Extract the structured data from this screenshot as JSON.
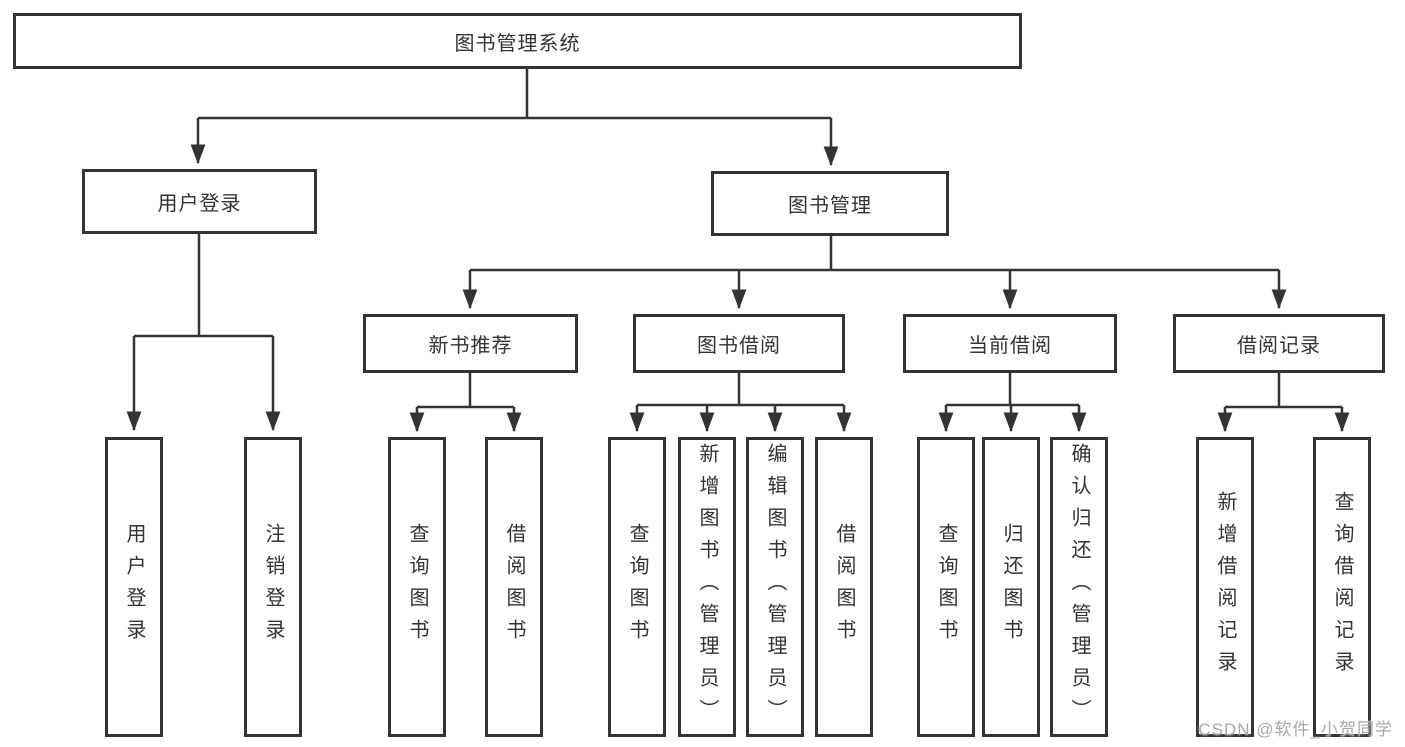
{
  "tree": {
    "root": {
      "label": "图书管理系统"
    },
    "branches": [
      {
        "label": "用户登录",
        "children": [
          {
            "label": "用户登录"
          },
          {
            "label": "注销登录"
          }
        ]
      },
      {
        "label": "图书管理",
        "children": [
          {
            "label": "新书推荐",
            "children": [
              {
                "label": "查询图书"
              },
              {
                "label": "借阅图书"
              }
            ]
          },
          {
            "label": "图书借阅",
            "children": [
              {
                "label": "查询图书"
              },
              {
                "label": "新增图书（管理员）"
              },
              {
                "label": "编辑图书（管理员）"
              },
              {
                "label": "借阅图书"
              }
            ]
          },
          {
            "label": "当前借阅",
            "children": [
              {
                "label": "查询图书"
              },
              {
                "label": "归还图书"
              },
              {
                "label": "确认归还（管理员）"
              }
            ]
          },
          {
            "label": "借阅记录",
            "children": [
              {
                "label": "新增借阅记录"
              },
              {
                "label": "查询借阅记录"
              }
            ]
          }
        ]
      }
    ]
  },
  "watermark": {
    "text": "CSDN @软件_小贺同学"
  },
  "colors": {
    "line": "#343434",
    "text": "#333333",
    "watermark": "#a8a8a8",
    "background": "#ffffff"
  }
}
